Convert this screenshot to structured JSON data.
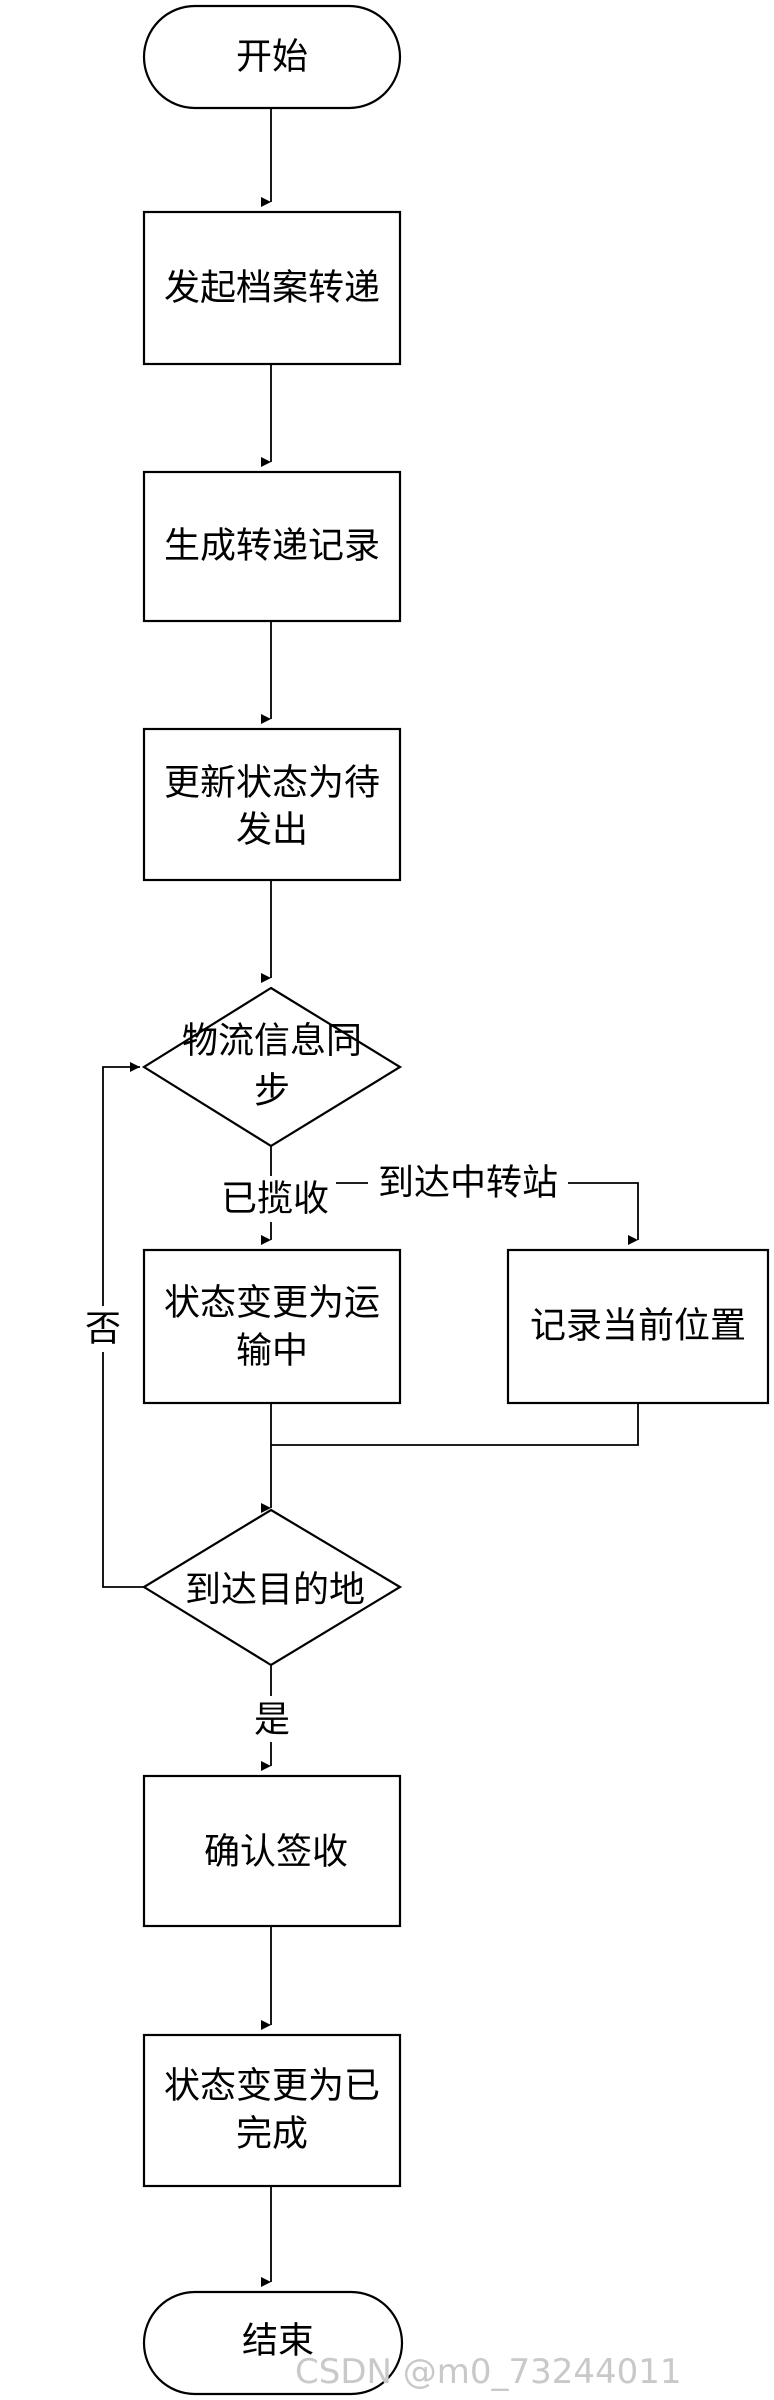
{
  "nodes": {
    "start": "开始",
    "initiate": "发起档案转递",
    "create_record": "生成转递记录",
    "update_status_line1": "更新状态为待",
    "update_status_line2": "发出",
    "sync_line1": "物流信息同",
    "sync_line2": "步",
    "in_transit_line1": "状态变更为运",
    "in_transit_line2": "输中",
    "record_location": "记录当前位置",
    "arrived": "到达目的地",
    "confirm": "确认签收",
    "completed_line1": "状态变更为已",
    "completed_line2": "完成",
    "end": "结束"
  },
  "edges": {
    "picked_up": "已揽收",
    "transfer_station": "到达中转站",
    "no": "否",
    "yes": "是"
  },
  "watermark": "CSDN @m0_73244011"
}
